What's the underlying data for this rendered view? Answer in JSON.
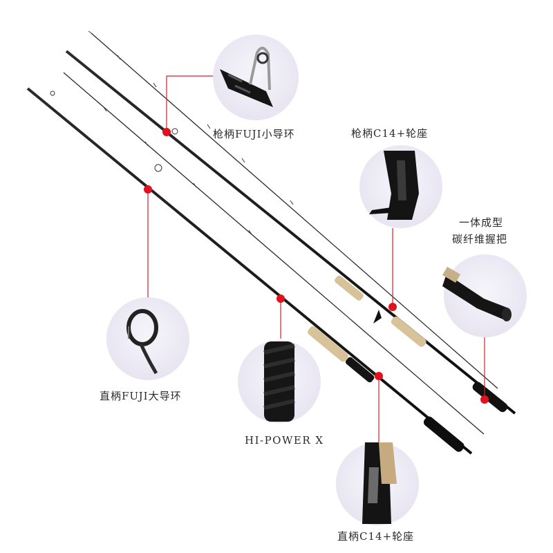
{
  "colors": {
    "background": "#ffffff",
    "rod": "#1a1a1a",
    "cork": "#d8c29a",
    "callout_line": "#d81e2c",
    "callout_dot": "#e3101e",
    "detail_circle": "#ece9f4"
  },
  "labels": {
    "pistol_fuji_guide": "枪柄FUJI小导环",
    "pistol_c14_seat": "枪柄C14+轮座",
    "carbon_grip_line1": "一体成型",
    "carbon_grip_line2": "碳纤维握把",
    "straight_fuji_guide": "直柄FUJI大导环",
    "hipower": "HI-POWER X",
    "straight_c14_seat": "直柄C14+轮座"
  }
}
